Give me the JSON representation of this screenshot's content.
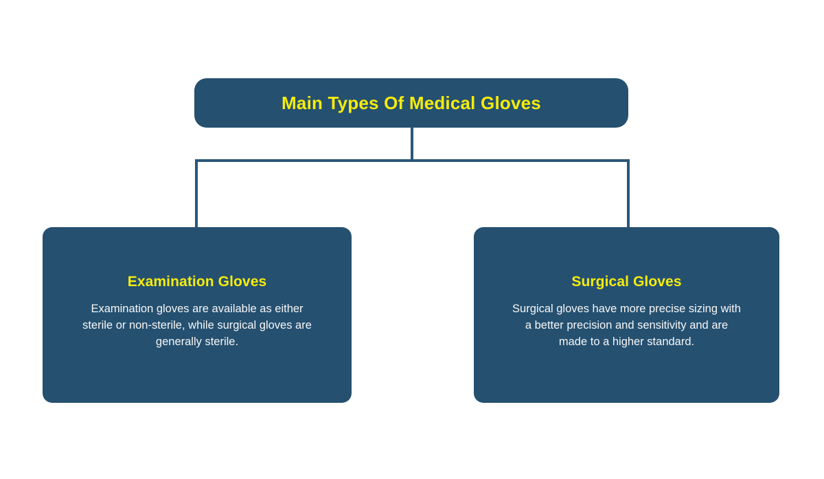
{
  "diagram": {
    "type": "hierarchy-tree",
    "background_color": "#ffffff",
    "node_color": "#255070",
    "accent_color": "#f5ec0c",
    "body_text_color": "#f7f7f7",
    "connector_color": "#2c5678",
    "root": {
      "title": "Main Types Of Medical Gloves"
    },
    "children": [
      {
        "heading": "Examination Gloves",
        "body": "Examination gloves are available as either sterile or non-sterile, while surgical gloves are generally sterile."
      },
      {
        "heading": "Surgical Gloves",
        "body": "Surgical gloves have more precise sizing with a better precision and sensitivity and are made to a higher standard."
      }
    ]
  }
}
